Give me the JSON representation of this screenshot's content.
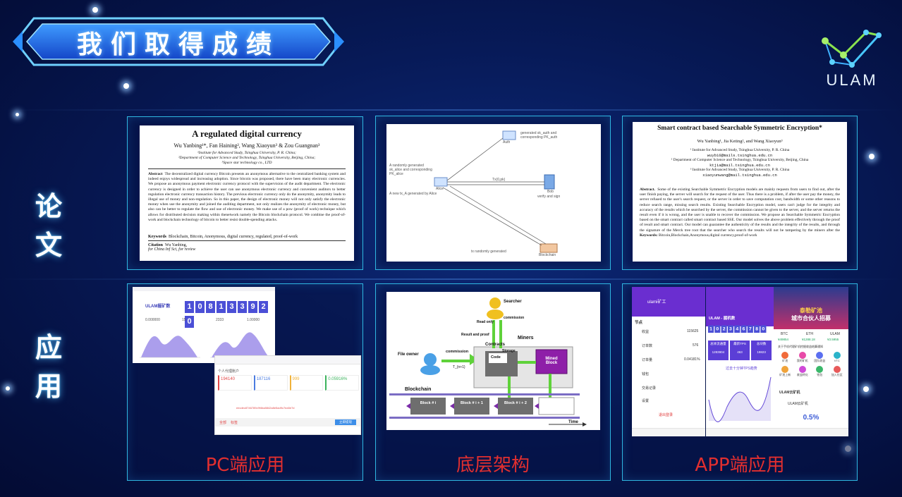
{
  "title": "我们取得成绩",
  "logo": {
    "text": "ULAM"
  },
  "rows": [
    {
      "label": "论文"
    },
    {
      "label": "应用"
    }
  ],
  "papers": [
    {
      "title": "A regulated digital currency",
      "authors": "Wu Yanbing¹*, Fan Haining², Wang Xiaoyun³ & Zou Guangnan³",
      "aff1": "¹Institute for Advanced Study, Tsinghua University, P. R. China;",
      "aff2": "²Department of Computer Science and Technology, Tsinghua University, Beijing, China;",
      "aff3": "³Space star technology co., LTD",
      "abstract_label": "Abstract",
      "abstract": "The decentralized digital currency Bitcoin presents an anonymous alternative to the centralized banking system and indeed enjoys widespread and increasing adoption. Since bitcoin was proposed, there have been many electronic currencies. We propose an anonymous payment electronic currency protocol with the supervision of the audit department. The electronic currency is designed in order to achieve the user can use anonymous electronic currency and convenient auditors to better regulation electronic currency transaction history. The previous electronic currency only do the anonymity, anonymity leads to illegal use of money and non-regulation. So in this paper, the design of electronic money will not only satisfy the electronic money when use the anonymity and joined the auditing department, not only realizes the anonymity of electronic money, but also can be better to regulate the flow and use of electronic money. We make use of a pow (proof of work) technique which allows for distributed decision making within thenetwork namely the Bitcoin blockchain protocol. We combine the proof-of-work and blockchain technology of bitcoin to better resist double-spending attacks.",
      "keywords_label": "Keywords",
      "keywords": "Blockchain, Bitcoin, Anonymous, digital currency, regulated, proof-of-work",
      "citation_label": "Citation",
      "citation": "Wu Yanbing,",
      "citation2": "for China Inf Sci, for review"
    },
    {
      "fig_labels": [
        "Auth",
        "Alice",
        "Bob",
        "Blockchain"
      ],
      "fig_notes": [
        "generated sk_auth and corresponding PK_auth",
        "Tx(0,pk)",
        "A randomly generated sk_alice and corresponding PK_alice",
        "A new tx_A generated by Alice",
        "verify and sign",
        "tx randomly generated"
      ]
    },
    {
      "title": "Smart contract based Searchable Symmetric Encryption*",
      "authors": "Wu Yanbing¹, Jia Keting², and Wang Xiaoyun³",
      "aff1": "¹ Institute for Advanced Study, Tsinghua University, P. R. China",
      "email1": "wuyb16@mails.tsinghua.edu.cn",
      "aff2": "² Department of Computer Science and Technology, Tsinghua University, Beijing, China",
      "email2": "ktjia@mail.tsinghua.edu.cn",
      "aff3": "³ Institute for Advanced Study, Tsinghua University, P. R. China",
      "email3": "xiaoyunwang@mail.tsinghua.edu.cn",
      "abstract_label": "Abstract.",
      "abstract": "Some of the existing Searchable Symmetric Encryption models are mainly requests from users to find out, after the user finish paying, the server will search for the request of the user. Thus there is a problem, if after the user pay the money, the server refused to the user's search request, or the server in order to save computation cost, bandwidth or some other reasons to reduce search range, missing search results. Existing Searchable Encryption model, users can't judge for the integrity and accuracy of the results which be searched by the server, the commission cannot be given to the server, and the server returns the result even if it is wrong, and the user is unable to recover the commission. We propose an Searchable Symmetric Encryption based on the smart contract called smart contract based SSE. Our model solves the above problem effectively through the proof of result and smart contract. Our model can guarantee the authenticity of the results and the integrity of the results, and through the signature of the Merck tree root that the searcher who search the results will not be tampering by the miners after the submission of the results.",
      "keywords_label": "Keywords:",
      "keywords": "Bitcoin,Blockchain,Anonymous,digital currency,proof-of-work"
    }
  ],
  "apps": [
    {
      "caption": "PC端应用",
      "logo_text": "ULAM掘矿数",
      "counter": [
        "1",
        "0",
        "8",
        "1",
        "3",
        "3",
        "9",
        "2",
        "0"
      ],
      "stats": [
        "0.000000",
        "15",
        "2333",
        "1.00000"
      ],
      "lower_title": "个人代理账户",
      "lower_values": [
        "194140",
        "187116",
        "999",
        "0.05916%"
      ],
      "lower_tags": [
        "全部",
        "标签"
      ],
      "lower_hash": "eecdec8746789c9f4ba8842a8e5ad9c7ea5e7d",
      "lower_button": "立即提现"
    },
    {
      "caption": "底层架构",
      "searcher": "Searcher",
      "miners": "Miners",
      "contracts": "Contracts",
      "storage": "Storage",
      "code": "Code",
      "mined_block": "Mined Block",
      "file_owner": "File owner",
      "commission": "commission",
      "commission2": "commission",
      "read_only": "Read only",
      "result_proof": "Result and proof",
      "t_time": "T_{n+1}",
      "blockchain": "Blockchain",
      "blocks": [
        "Block # i",
        "Block # i + 1",
        "Block # i + 2"
      ],
      "time": "Time"
    },
    {
      "caption": "APP端应用",
      "phone1_user": "ulami矿工",
      "phone1_menu": [
        "节点",
        "收益",
        "订单数",
        "订单量",
        "钱包",
        "交易记录",
        "设置"
      ],
      "phone1_values": [
        "115625",
        "576",
        "0.04181%"
      ],
      "phone1_logout": "退出登录",
      "phone2_title": "ULAM - 掘机数",
      "phone2_counter": [
        "1",
        "0",
        "2",
        "3",
        "4",
        "6",
        "7",
        "8",
        "0"
      ],
      "phone2_tabs": [
        "总体流通量",
        "最新TPS",
        "总块数"
      ],
      "phone2_vals": [
        "1283904",
        "463",
        "19823"
      ],
      "phone2_link": "过去十分钟TPS趋势",
      "phone3_banner1": "泰勒矿池",
      "phone3_banner2": "城市合伙人招募",
      "phone3_cols": [
        "BTC",
        "ETH",
        "ULAM"
      ],
      "phone3_prices": [
        "¥49854",
        "¥1288.18",
        "¥3.5955"
      ],
      "phone3_notice": "关于手机代理矿机挖掘收益结算通知",
      "phone3_icons": [
        "矿池",
        "我的矿机",
        "团队收益",
        "VTC",
        "矿池上新",
        "收益转化",
        "钱包",
        "加入社区"
      ],
      "phone3_section": "ULAM云矿机",
      "phone3_tag": "ULAM云矿机",
      "phone3_rate": "0.5%"
    }
  ]
}
